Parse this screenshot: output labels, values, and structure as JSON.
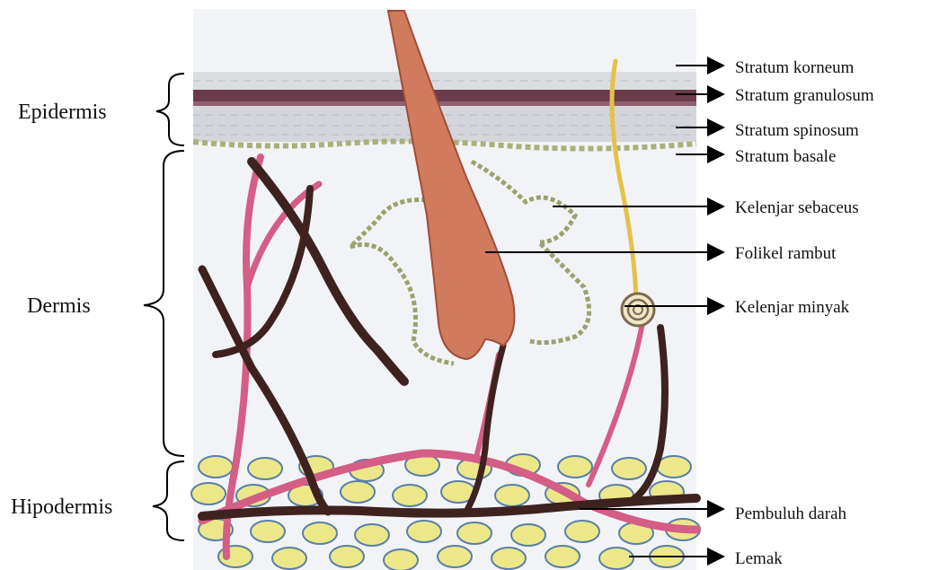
{
  "left_labels": {
    "epidermis": "Epidermis",
    "dermis": "Dermis",
    "hipodermis": "Hipodermis"
  },
  "right_labels": [
    "Stratum korneum",
    "Stratum granulosum",
    "Stratum spinosum",
    "Stratum basale",
    "Kelenjar sebaceus",
    "Folikel rambut",
    "Kelenjar minyak",
    "Pembuluh darah",
    "Lemak"
  ],
  "colors": {
    "background": "#f2f3f7",
    "stratum_korneum": "#dcdde0",
    "stratum_granulosum": "#6b3a4b",
    "stratum_spinosum": "#d4d6db",
    "stratum_basale": "#a9b07a",
    "hair_follicle": "#d07a5e",
    "sebaceous_gland": "#9aa36e",
    "blood_vessel_dark": "#3d2220",
    "blood_vessel_pink": "#d45e86",
    "nerve_hair": "#e4c24a",
    "fat_cell": "#ece88a",
    "fat_cell_outline": "#5a7fa8"
  }
}
